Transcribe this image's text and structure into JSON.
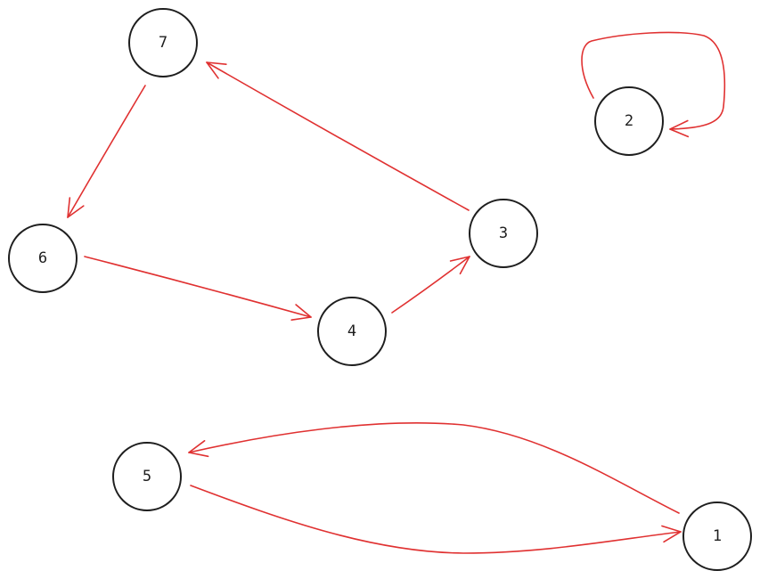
{
  "colors": {
    "node_stroke": "#1e1e1e",
    "node_fill": "#ffffff",
    "edge": "#e03131"
  },
  "graph": {
    "nodes": [
      {
        "id": "7",
        "label": "7"
      },
      {
        "id": "2",
        "label": "2"
      },
      {
        "id": "6",
        "label": "6"
      },
      {
        "id": "3",
        "label": "3"
      },
      {
        "id": "4",
        "label": "4"
      },
      {
        "id": "5",
        "label": "5"
      },
      {
        "id": "1",
        "label": "1"
      }
    ],
    "edges": [
      {
        "from": "7",
        "to": "6"
      },
      {
        "from": "6",
        "to": "4"
      },
      {
        "from": "4",
        "to": "3"
      },
      {
        "from": "3",
        "to": "7"
      },
      {
        "from": "2",
        "to": "2"
      },
      {
        "from": "1",
        "to": "5"
      },
      {
        "from": "5",
        "to": "1"
      }
    ]
  }
}
